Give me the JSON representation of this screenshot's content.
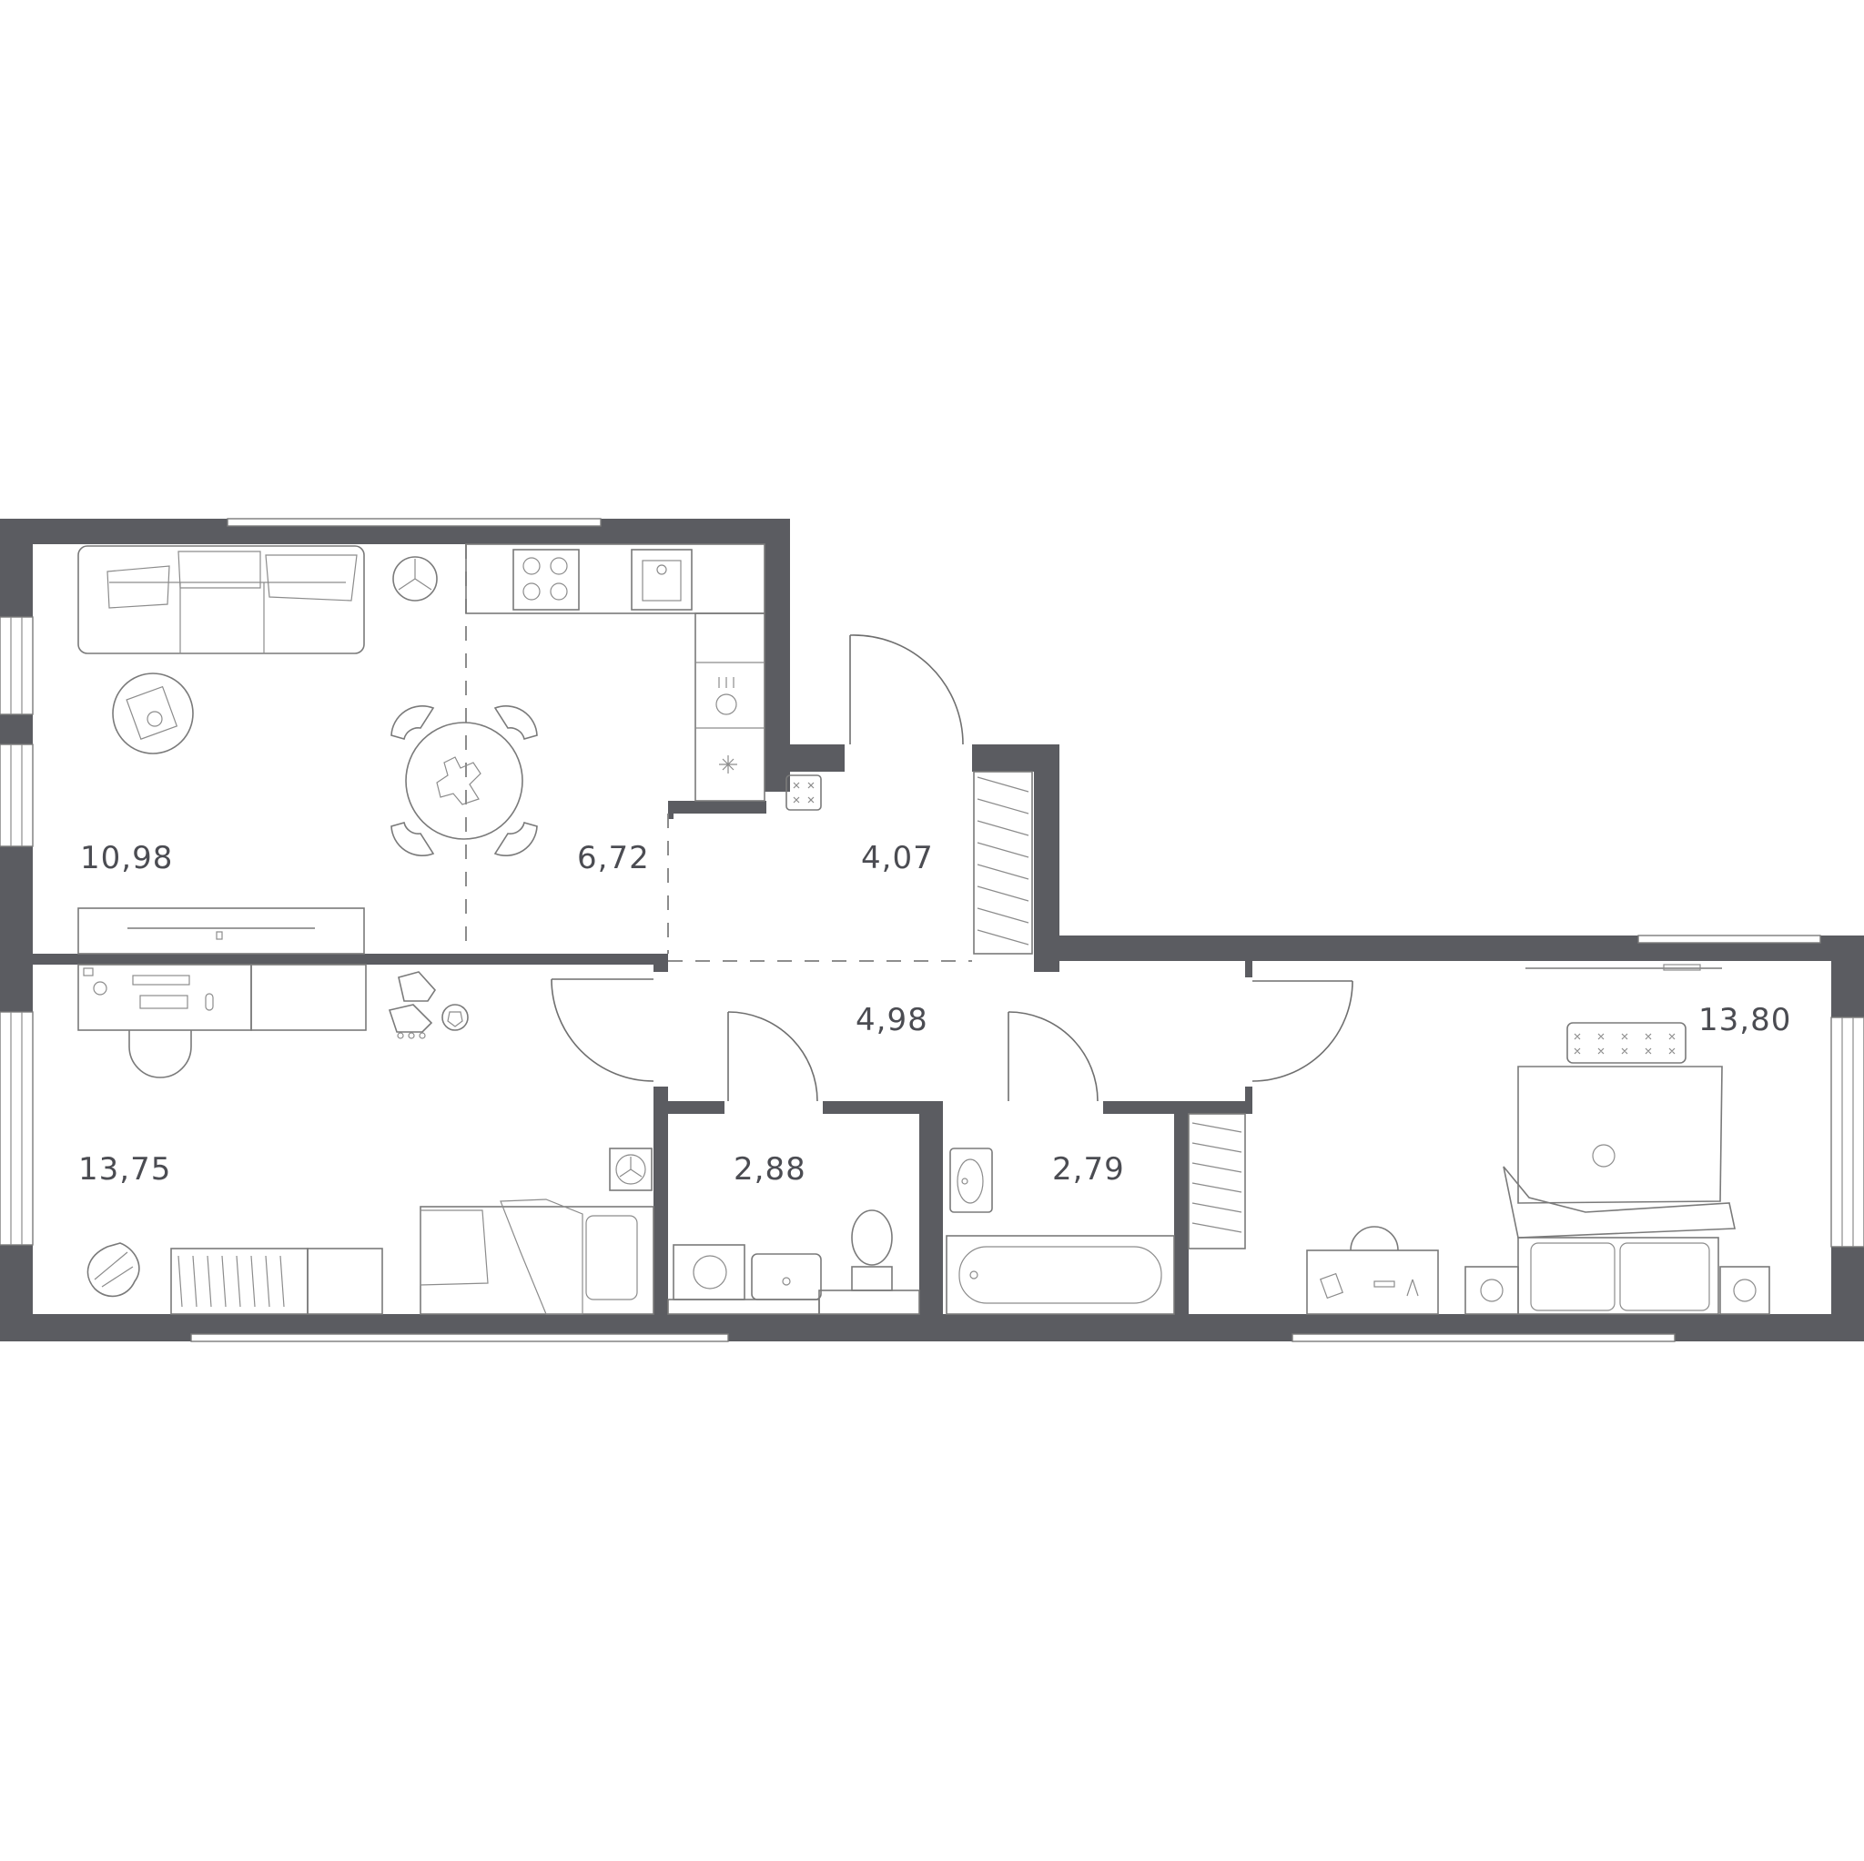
{
  "colors": {
    "wall": "#5b5c61",
    "furniture": "#7a7a7a",
    "label": "#4b4c52"
  },
  "rooms": [
    {
      "id": "living",
      "area": "10,98"
    },
    {
      "id": "kitchen",
      "area": "6,72"
    },
    {
      "id": "hall-upper",
      "area": "4,07"
    },
    {
      "id": "corridor",
      "area": "4,98"
    },
    {
      "id": "bedroom-left",
      "area": "13,75"
    },
    {
      "id": "bathroom-wc",
      "area": "2,88"
    },
    {
      "id": "bathroom-tub",
      "area": "2,79"
    },
    {
      "id": "bedroom-right",
      "area": "13,80"
    }
  ],
  "icons": [
    "sofa-icon",
    "coffee-table-icon",
    "dining-table-icon",
    "chair-icon",
    "stove-icon",
    "sink-icon",
    "tv-icon",
    "desk-icon",
    "bed-icon",
    "toilet-icon",
    "bathtub-icon",
    "washing-machine-icon",
    "wardrobe-icon",
    "plant-icon",
    "ball-icon",
    "skates-icon",
    "ac-unit-icon"
  ]
}
